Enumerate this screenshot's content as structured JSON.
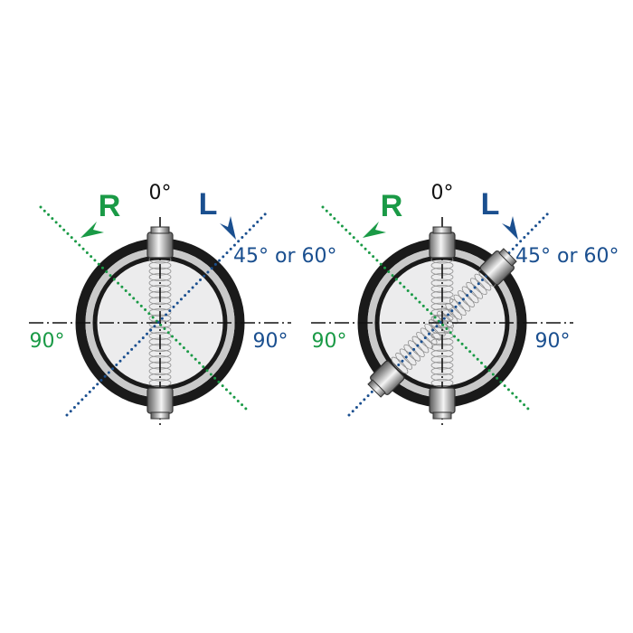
{
  "colors": {
    "right_color": "#1a9a46",
    "left_color": "#1a4f8f"
  },
  "panels": [
    {
      "name": "single-spring",
      "top": "0°",
      "r": "R",
      "l": "L",
      "angle": "45° or 60°",
      "left90": "90°",
      "right90": "90°"
    },
    {
      "name": "double-spring",
      "top": "0°",
      "r": "R",
      "l": "L",
      "angle": "45° or 60°",
      "left90": "90°",
      "right90": "90°"
    }
  ]
}
